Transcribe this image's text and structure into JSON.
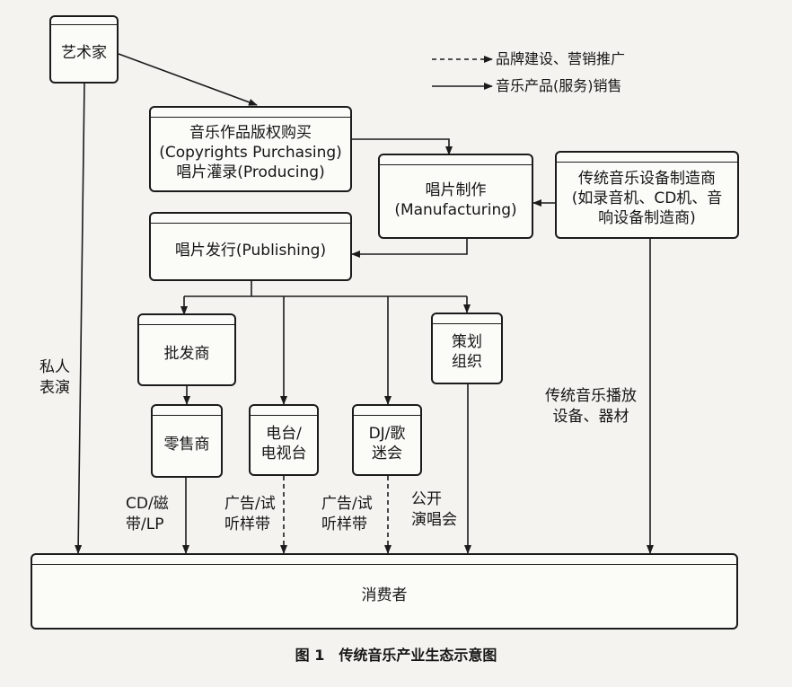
{
  "nodes": {
    "artist": "艺术家",
    "copyright": "音乐作品版权购买\n(Copyrights Purchasing)\n唱片灌录(Producing)",
    "manufacturing": "唱片制作\n(Manufacturing)",
    "equipment_maker": "传统音乐设备制造商\n(如录音机、CD机、音\n响设备制造商)",
    "publishing": "唱片发行(Publishing)",
    "wholesaler": "批发商",
    "planning": "策划\n组织",
    "retailer": "零售商",
    "radio_tv": "电台/\n电视台",
    "dj": "DJ/歌\n迷会",
    "consumer": "消费者"
  },
  "edge_labels": {
    "private_performance": "私人\n表演",
    "cd_tape": "CD/磁\n带/LP",
    "ad_trial_1": "广告/试\n听样带",
    "ad_trial_2": "广告/试\n听样带",
    "concert": "公开\n演唱会",
    "playback_devices": "传统音乐播放\n设备、器材"
  },
  "legend": {
    "dashed": "品牌建设、营销推广",
    "solid": "音乐产品(服务)销售"
  },
  "caption": "图 1　传统音乐产业生态示意图"
}
